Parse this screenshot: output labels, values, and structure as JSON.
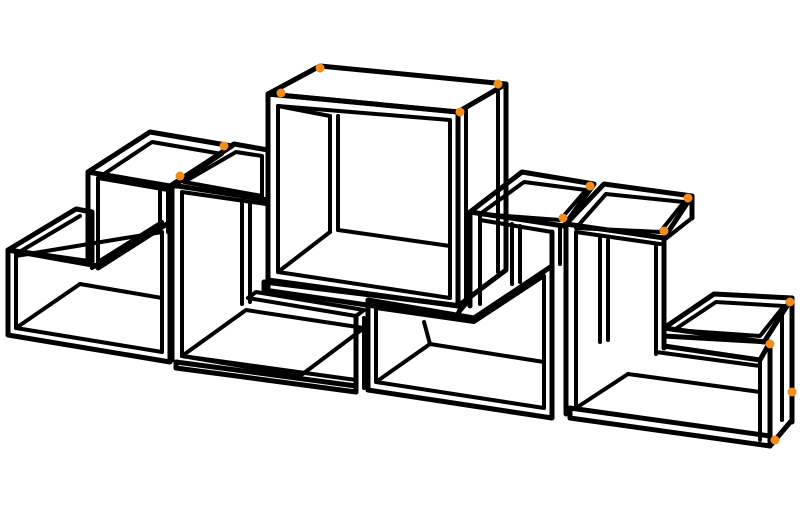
{
  "colors": {
    "background": "#ffffff",
    "stroke": "#000000",
    "inner_fill": "#ffffff",
    "connector_dot": "#f28c1c"
  },
  "diagram": {
    "modules": [
      {
        "name": "left-low-step-module"
      },
      {
        "name": "left-tall-module"
      },
      {
        "name": "top-center-cube"
      },
      {
        "name": "center-left-low-module"
      },
      {
        "name": "center-right-low-module"
      },
      {
        "name": "right-tall-module"
      },
      {
        "name": "right-low-step-module"
      }
    ],
    "connector_count": 14
  }
}
